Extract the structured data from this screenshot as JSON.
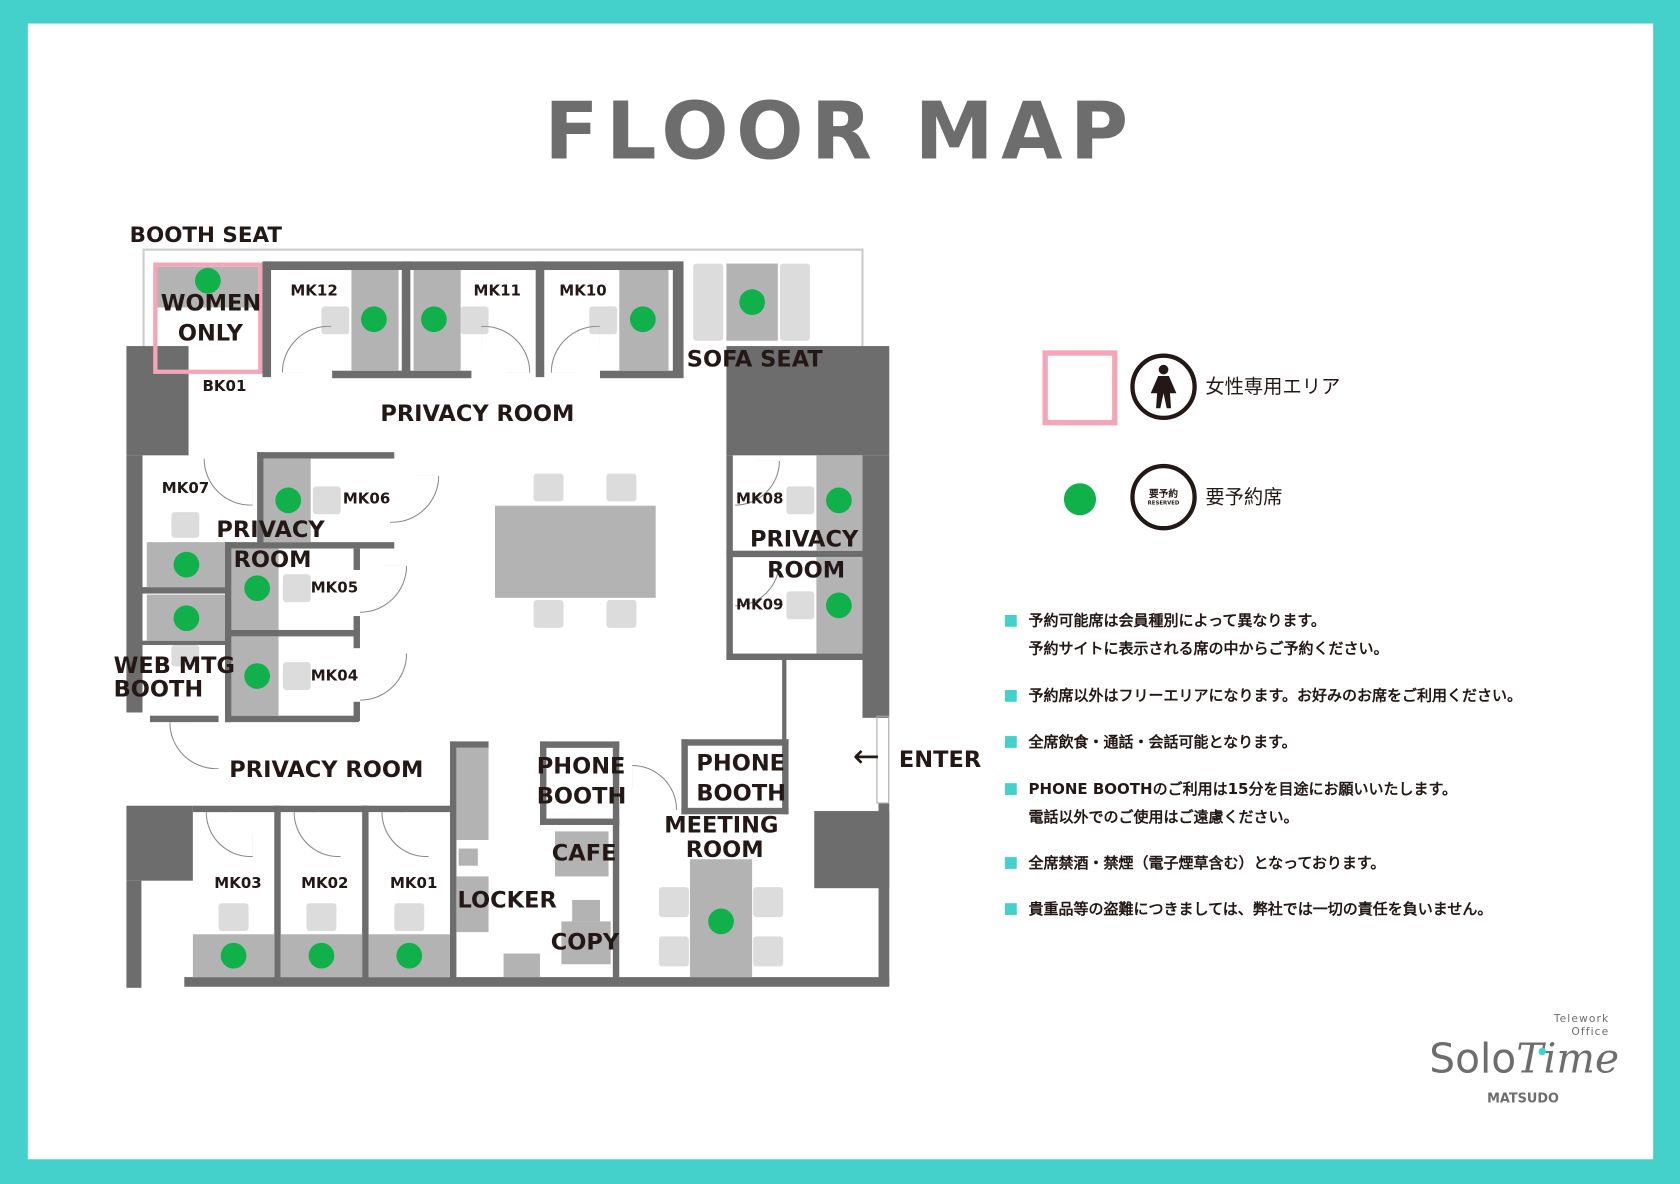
{
  "title": "FLOOR MAP",
  "labels": {
    "booth_seat": "BOOTH SEAT",
    "women_only_1": "WOMEN",
    "women_only_2": "ONLY",
    "bk01": "BK01",
    "mk12": "MK12",
    "mk11": "MK11",
    "mk10": "MK10",
    "sofa_seat": "SOFA SEAT",
    "privacy_room_top": "PRIVACY ROOM",
    "mk07": "MK07",
    "mk06": "MK06",
    "privacy_left_1": "PRIVACY",
    "privacy_left_2": "ROOM",
    "mk05": "MK05",
    "mk04": "MK04",
    "web_mtg_1": "WEB MTG",
    "web_mtg_2": "BOOTH",
    "mk08": "MK08",
    "mk09": "MK09",
    "privacy_right_1": "PRIVACY",
    "privacy_right_2": "ROOM",
    "privacy_room_bottom": "PRIVACY ROOM",
    "phone_booth_1a": "PHONE",
    "phone_booth_1b": "BOOTH",
    "phone_booth_2a": "PHONE",
    "phone_booth_2b": "BOOTH",
    "enter": "ENTER",
    "enter_arrow": "←",
    "meeting_1": "MEETING",
    "meeting_2": "ROOM",
    "cafe": "CAFE",
    "locker": "LOCKER",
    "copy": "COPY",
    "mk03": "MK03",
    "mk02": "MK02",
    "mk01": "MK01"
  },
  "legend": {
    "women_area": "女性専用エリア",
    "reserved_seat": "要予約席",
    "reserved_badge_jp": "要予約",
    "reserved_badge_en": "RESERVED",
    "colors": {
      "women": "#f4a6b8",
      "reserved": "#10b14b"
    }
  },
  "notes": [
    {
      "lines": [
        "予約可能席は会員種別によって異なります。",
        "予約サイトに表示される席の中からご予約ください。"
      ]
    },
    {
      "lines": [
        "予約席以外はフリーエリアになります。お好みのお席をご利用ください。"
      ]
    },
    {
      "lines": [
        "全席飲食・通話・会話可能となります。"
      ]
    },
    {
      "lines": [
        "PHONE BOOTHのご利用は15分を目途にお願いいたします。",
        "電話以外でのご使用はご遠慮ください。"
      ]
    },
    {
      "lines": [
        "全席禁酒・禁煙（電子煙草含む）となっております。"
      ]
    },
    {
      "lines": [
        "貴重品等の盗難につきましては、弊社では一切の責任を負いません。"
      ]
    }
  ],
  "logo": {
    "tag1": "Telework",
    "tag2": "Office",
    "name_a": "Solo",
    "name_b": "Time",
    "place": "MATSUDO"
  }
}
